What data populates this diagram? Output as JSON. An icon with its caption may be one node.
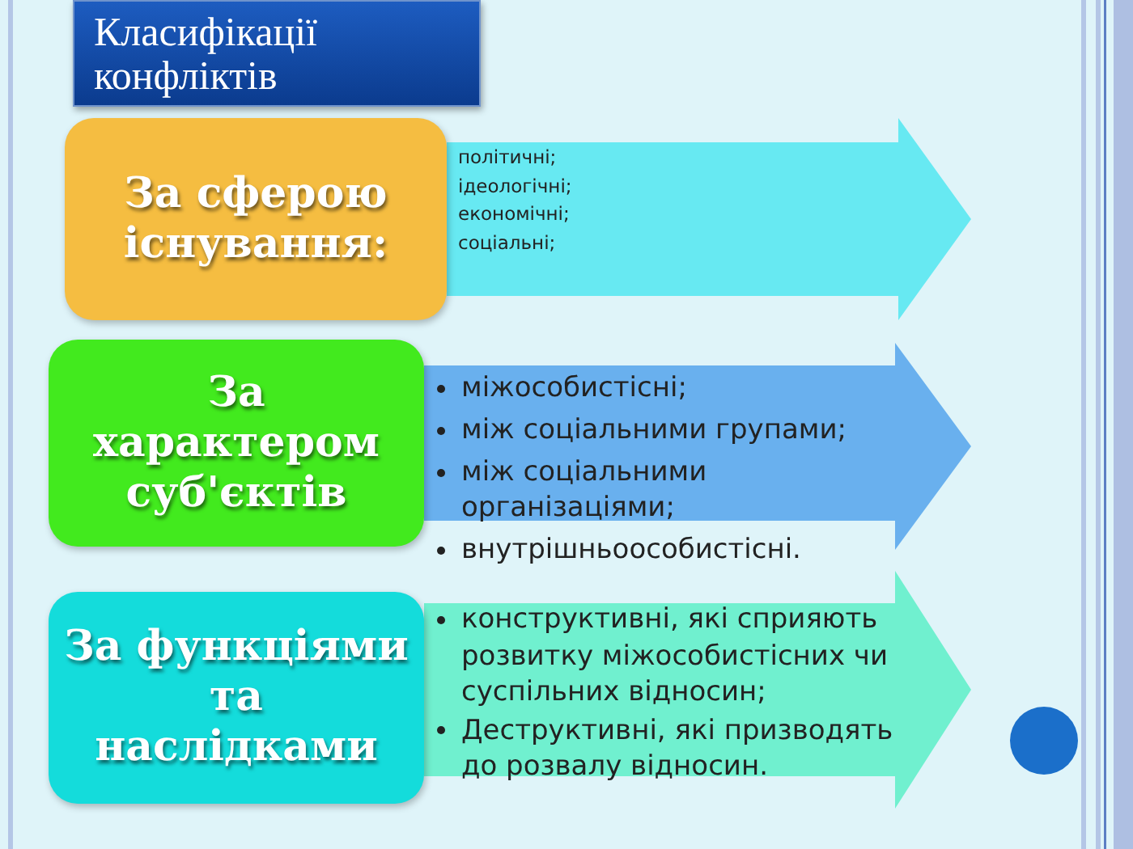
{
  "diagram": {
    "title": "Класифікації конфліктів",
    "nodes": [
      {
        "text": [
          "За сферою існування:"
        ]
      },
      {
        "text": [
          "політичні;",
          "ідеологічні;",
          "економічні;",
          "соціальні;"
        ]
      },
      {
        "text": [
          "За характером суб'єктів"
        ]
      },
      {
        "text": [
          "міжособистісні;",
          "між соціальними групами;",
          "між соціальними організаціями;",
          "внутрішньоособистісні."
        ]
      },
      {
        "text": [
          "За функціями та наслідками"
        ]
      },
      {
        "text": [
          "конструктивні, які сприяють розвитку міжособистісних чи суспільних відносин;",
          "Деструктивні, які призводять до розвалу відносин."
        ]
      }
    ]
  }
}
